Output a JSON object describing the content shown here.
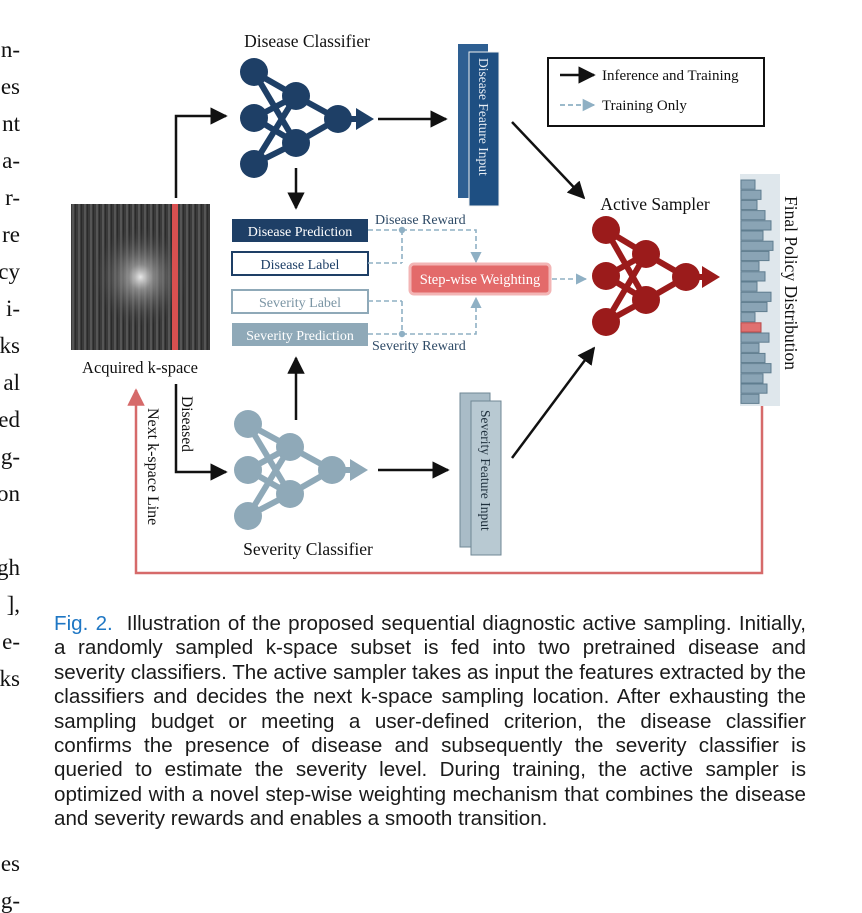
{
  "left_column_fragments": [
    "n-",
    "es",
    "nt",
    "a-",
    "r-",
    "re",
    "cy",
    "i-",
    "ks",
    "al",
    "ed",
    "g-",
    "on",
    "gh",
    "],",
    "e-",
    "ks",
    "es",
    "g-"
  ],
  "figure": {
    "disease_classifier_title": "Disease Classifier",
    "severity_classifier_title": "Severity Classifier",
    "active_sampler_title": "Active Sampler",
    "acquired_kspace_label": "Acquired k-space",
    "disease_feature_input": "Disease Feature Input",
    "severity_feature_input": "Severity Feature Input",
    "final_policy_distribution": "Final Policy Distribution",
    "disease_prediction": "Disease Prediction",
    "disease_label": "Disease Label",
    "severity_label": "Severity Label",
    "severity_prediction": "Severity Prediction",
    "disease_reward": "Disease Reward",
    "severity_reward": "Severity Reward",
    "stepwise_weighting": "Step-wise Weighting",
    "diseased": "Diseased",
    "next_kspace_line": "Next k-space Line",
    "legend": {
      "inference_and_training": "Inference and Training",
      "training_only": "Training Only"
    },
    "colors": {
      "disease_blue": "#1e3f66",
      "severity_blue": "#8fa9b8",
      "sampler_red": "#9b1b1b",
      "highlight_red": "#e07070",
      "policy_blue": "#8aa4b5"
    }
  },
  "caption": {
    "label": "Fig. 2.",
    "text": "Illustration of the proposed sequential diagnostic active sampling. Initially, a randomly sampled k-space subset is fed into two pretrained disease and severity classifiers. The active sampler takes as input the features extracted by the classifiers and decides the next k-space sampling location. After exhausting the sampling budget or meeting a user-defined criterion, the disease classifier confirms the presence of disease and subsequently the severity classifier is queried to estimate the severity level. During training, the active sampler is optimized with a novel step-wise weighting mechanism that combines the disease and severity rewards and enables a smooth transition."
  }
}
